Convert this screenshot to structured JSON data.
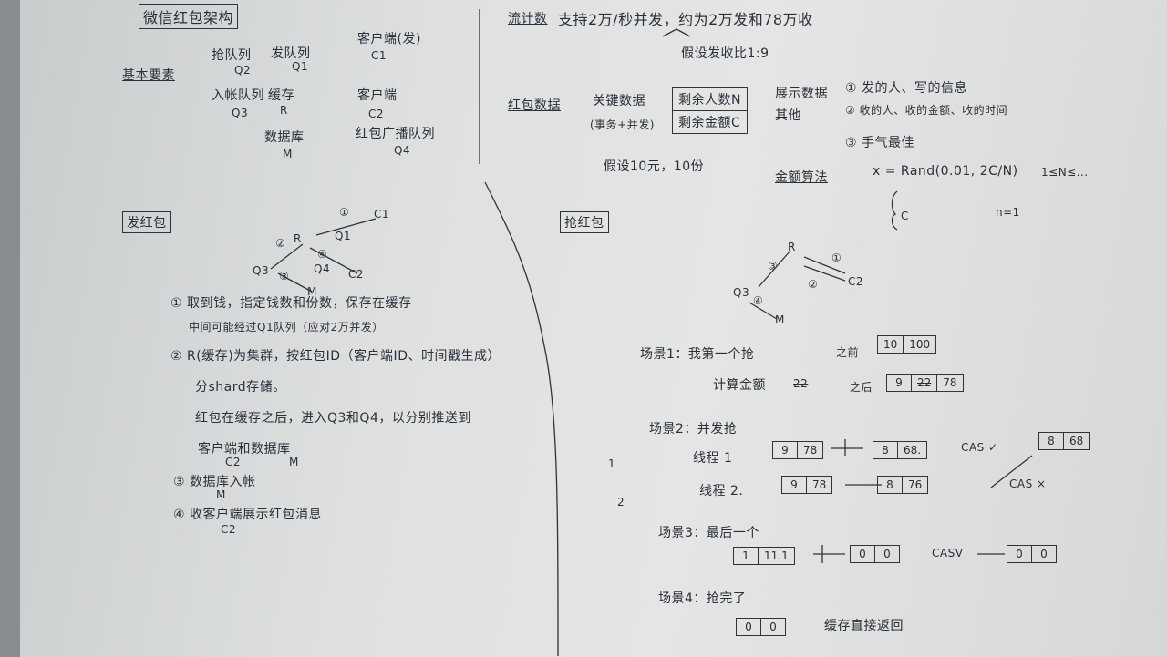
{
  "title": "微信红包架构",
  "basic_elements": {
    "label": "基本要素",
    "items": [
      {
        "name": "抢队列",
        "code": "Q2"
      },
      {
        "name": "发队列",
        "code": "Q1"
      },
      {
        "name": "客户端(发)",
        "code": "C1"
      },
      {
        "name": "入帐队列",
        "code": "Q3"
      },
      {
        "name": "缓存",
        "code": "R"
      },
      {
        "name": "客户端",
        "code": "C2"
      },
      {
        "name": "数据库",
        "code": "M"
      },
      {
        "name": "红包广播队列",
        "code": "Q4"
      }
    ]
  },
  "stats": {
    "label": "流计数",
    "text": "支持2万/秒并发，约为2万发和78万收",
    "ratio": "假设发收比1:9"
  },
  "redpacket_data": {
    "label": "红包数据",
    "key_data": "关键数据",
    "key_note": "(事务+并发)",
    "fields": [
      "剩余人数N",
      "剩余金额C"
    ],
    "assume": "假设10元，10份",
    "display_label": "展示数据",
    "other_label": "其他",
    "display_items": [
      "① 发的人、写的信息",
      "② 收的人、收的金额、收的时间",
      "③ 手气最佳"
    ]
  },
  "amount_algo": {
    "label": "金额算法",
    "formula": "x = Rand(0.01, 2C/N)",
    "cond": "1≤N≤...",
    "c_label": "C",
    "n_label": "n=1"
  },
  "send": {
    "label": "发红包",
    "diagram": {
      "c1": "C1",
      "r": "R",
      "q1": "Q1",
      "q3": "Q3",
      "q4": "Q4",
      "c2": "C2",
      "m": "M",
      "n1": "①",
      "n2": "②",
      "n3": "③",
      "n4": "④"
    },
    "steps": [
      "① 取到钱，指定钱数和份数，保存在缓存",
      "中间可能经过Q1队列（应对2万并发）",
      "② R(缓存)为集群，按红包ID（客户端ID、时间戳生成）",
      "分shard存储。",
      "红包在缓存之后，进入Q3和Q4，以分别推送到",
      "客户端和数据库",
      "③ 数据库入帐",
      "④ 收客户端展示红包消息"
    ],
    "step_subs": {
      "c2": "C2",
      "m": "M",
      "m2": "M",
      "c2b": "C2"
    }
  },
  "grab": {
    "label": "抢红包",
    "diagram": {
      "r": "R",
      "q3": "Q3",
      "c2": "C2",
      "m": "M",
      "n1": "①",
      "n2": "②",
      "n3": "③",
      "n4": "④"
    },
    "scene1": {
      "label": "场景1：我第一个抢",
      "calc": "计算金额",
      "calc_val": "22",
      "before_label": "之前",
      "after_label": "之后",
      "before": [
        "10",
        "100"
      ],
      "after": [
        "9",
        "78"
      ],
      "after_strike": "22"
    },
    "scene2": {
      "label": "场景2：并发抢",
      "left_nums": [
        "1",
        "2"
      ],
      "thread1": {
        "label": "线程 1",
        "from": [
          "9",
          "78"
        ],
        "to": [
          "8",
          "68."
        ],
        "result": "CAS ✓",
        "final": [
          "8",
          "68"
        ]
      },
      "thread2": {
        "label": "线程 2.",
        "from": [
          "9",
          "78"
        ],
        "to": [
          "8",
          "76"
        ],
        "result": "CAS ×"
      }
    },
    "scene3": {
      "label": "场景3：最后一个",
      "from": [
        "1",
        "11.1"
      ],
      "to": [
        "0",
        "0"
      ],
      "cas": "CASV",
      "final": [
        "0",
        "0"
      ]
    },
    "scene4": {
      "label": "场景4：抢完了",
      "box": [
        "0",
        "0"
      ],
      "note": "缓存直接返回"
    }
  }
}
